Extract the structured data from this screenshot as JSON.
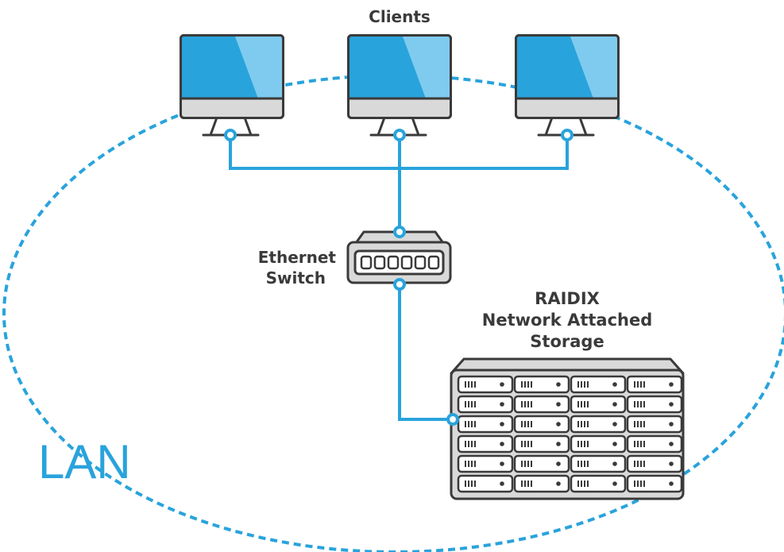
{
  "labels": {
    "clients": "Clients",
    "switch_line1": "Ethernet",
    "switch_line2": "Switch",
    "nas_line1": "RAIDIX",
    "nas_line2": "Network Attached",
    "nas_line3": "Storage",
    "lan": "LAN"
  },
  "nodes": {
    "clients": [
      "client-1",
      "client-2",
      "client-3"
    ],
    "switch": "ethernet-switch",
    "storage": "nas-rack"
  },
  "edges": [
    [
      "client-1",
      "ethernet-switch"
    ],
    [
      "client-2",
      "ethernet-switch"
    ],
    [
      "client-3",
      "ethernet-switch"
    ],
    [
      "ethernet-switch",
      "nas-rack"
    ]
  ],
  "colors": {
    "accent": "#29a3dc",
    "screen": "#29a3dc",
    "screen_highlight": "#7fcbef",
    "outline": "#3a3a3a",
    "body_gray": "#d9d9d9",
    "text": "#3a3a3a"
  }
}
